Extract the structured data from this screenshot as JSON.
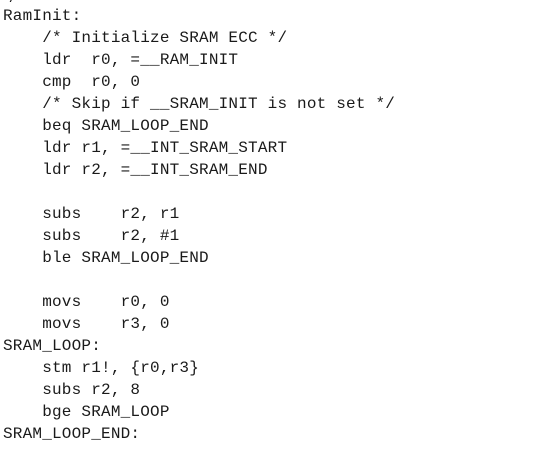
{
  "code": {
    "clipped_top": "/",
    "lines": [
      "RamInit:",
      "    /* Initialize SRAM ECC */",
      "    ldr  r0, =__RAM_INIT",
      "    cmp  r0, 0",
      "    /* Skip if __SRAM_INIT is not set */",
      "    beq SRAM_LOOP_END",
      "    ldr r1, =__INT_SRAM_START",
      "    ldr r2, =__INT_SRAM_END",
      "",
      "    subs    r2, r1",
      "    subs    r2, #1",
      "    ble SRAM_LOOP_END",
      "",
      "    movs    r0, 0",
      "    movs    r3, 0",
      "SRAM_LOOP:",
      "    stm r1!, {r0,r3}",
      "    subs r2, 8",
      "    bge SRAM_LOOP",
      "SRAM_LOOP_END:"
    ]
  }
}
